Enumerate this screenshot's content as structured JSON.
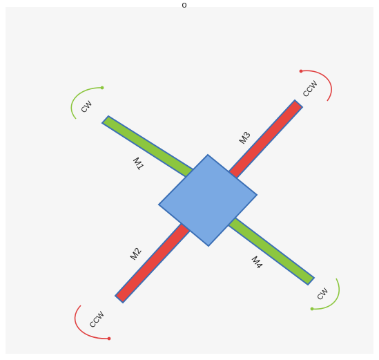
{
  "diagram": {
    "top_mark": "o",
    "arms": [
      {
        "id": "m1",
        "label": "M1",
        "rotation": "CW",
        "rotation_color": "green",
        "arm_color": "#8cc63f"
      },
      {
        "id": "m2",
        "label": "M2",
        "rotation": "CCW",
        "rotation_color": "red",
        "arm_color": "#e8463f"
      },
      {
        "id": "m3",
        "label": "M3",
        "rotation": "CCW",
        "rotation_color": "red",
        "arm_color": "#e8463f"
      },
      {
        "id": "m4",
        "label": "M4",
        "rotation": "CW",
        "rotation_color": "green",
        "arm_color": "#8cc63f"
      }
    ],
    "colors": {
      "body_fill": "#7aa9e3",
      "body_stroke": "#3b6fb5",
      "arm_outline": "#3b6fb5",
      "arrow_green": "#8cc63f",
      "arrow_red": "#e04040"
    }
  }
}
